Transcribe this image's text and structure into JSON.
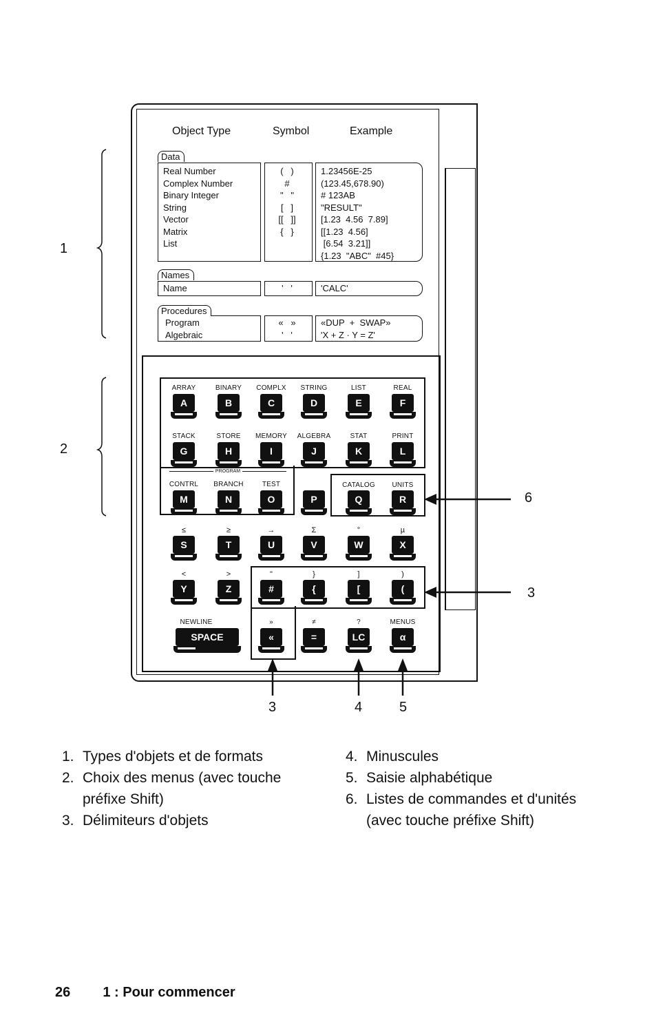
{
  "panel": {
    "headers": {
      "object_type": "Object Type",
      "symbol": "Symbol",
      "example": "Example"
    },
    "groups": {
      "data": {
        "tab": "Data",
        "types": [
          "Real Number",
          "Complex Number",
          "Binary Integer",
          "String",
          "Vector",
          "Matrix",
          "",
          "List"
        ],
        "symbols": [
          "",
          "(   )",
          "#",
          "\"   \"",
          "[   ]",
          "[[   ]]",
          "",
          "{   }"
        ],
        "examples": [
          "1.23456E-25",
          "(123.45,678.90)",
          "# 123AB",
          "\"RESULT\"",
          "[1.23  4.56  7.89]",
          "[[1.23  4.56]",
          " [6.54  3.21]]",
          "{1.23  \"ABC\"  #45}"
        ]
      },
      "names": {
        "tab": "Names",
        "types": [
          "Name"
        ],
        "symbols": [
          "'   '"
        ],
        "examples": [
          "'CALC'"
        ]
      },
      "procedures": {
        "tab": "Procedures",
        "types": [
          "Program",
          "Algebraic"
        ],
        "symbols": [
          "«   »",
          "'   '"
        ],
        "examples": [
          "«DUP  +  SWAP»",
          "'X + Z · Y = Z'"
        ]
      }
    }
  },
  "keyboard": {
    "rows": [
      {
        "labels": [
          "ARRAY",
          "BINARY",
          "COMPLX",
          "STRING",
          "LIST",
          "REAL"
        ],
        "keys": [
          "A",
          "B",
          "C",
          "D",
          "E",
          "F"
        ]
      },
      {
        "labels": [
          "STACK",
          "STORE",
          "MEMORY",
          "ALGEBRA",
          "STAT",
          "PRINT"
        ],
        "keys": [
          "G",
          "H",
          "I",
          "J",
          "K",
          "L"
        ]
      },
      {
        "labels": [
          "CONTRL",
          "BRANCH",
          "TEST",
          "",
          "CATALOG",
          "UNITS"
        ],
        "keys": [
          "M",
          "N",
          "O",
          "P",
          "Q",
          "R"
        ]
      },
      {
        "labels": [
          "≤",
          "≥",
          "→",
          "Σ",
          "°",
          "µ"
        ],
        "keys": [
          "S",
          "T",
          "U",
          "V",
          "W",
          "X"
        ]
      },
      {
        "labels": [
          "<",
          ">",
          "\"",
          "}",
          "]",
          ")"
        ],
        "keys": [
          "Y",
          "Z",
          "#",
          "{",
          "[",
          "("
        ]
      },
      {
        "labels": [
          "NEWLINE",
          "»",
          "≠",
          "?",
          "MENUS"
        ],
        "keys": [
          "SPACE",
          "«",
          "=",
          "LC",
          "α"
        ]
      }
    ],
    "program_label": "PROGRAM"
  },
  "callouts": {
    "left_1": "1",
    "left_2": "2",
    "right_6": "6",
    "right_3": "3",
    "bottom_3": "3",
    "bottom_4": "4",
    "bottom_5": "5"
  },
  "legend": {
    "left": [
      {
        "num": "1.",
        "text": "Types d'objets et de formats"
      },
      {
        "num": "2.",
        "text": "Choix des menus (avec touche préfixe Shift)"
      },
      {
        "num": "3.",
        "text": "Délimiteurs d'objets"
      }
    ],
    "right": [
      {
        "num": "4.",
        "text": "Minuscules"
      },
      {
        "num": "5.",
        "text": "Saisie alphabétique"
      },
      {
        "num": "6.",
        "text": "Listes de commandes et d'unités (avec touche préfixe Shift)"
      }
    ]
  },
  "footer": {
    "page_number": "26",
    "chapter": "1 : Pour commencer"
  }
}
